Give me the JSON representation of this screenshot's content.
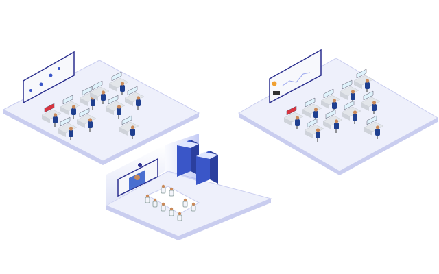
{
  "colors": {
    "floor": "#eef0fb",
    "floor_edge": "#c9cdef",
    "wall": "#dfe3f7",
    "screen_frame": "#2b2f8f",
    "desk": "#e3e6ea",
    "person": "#1f3f8f",
    "skin": "#c98a5a",
    "server": "#3a56c8",
    "alert": "#d9333f"
  },
  "scenes": [
    {
      "name": "left-control-room",
      "workstations": 9
    },
    {
      "name": "right-control-room",
      "workstations": 10
    },
    {
      "name": "conference-room",
      "seats": 9
    }
  ]
}
